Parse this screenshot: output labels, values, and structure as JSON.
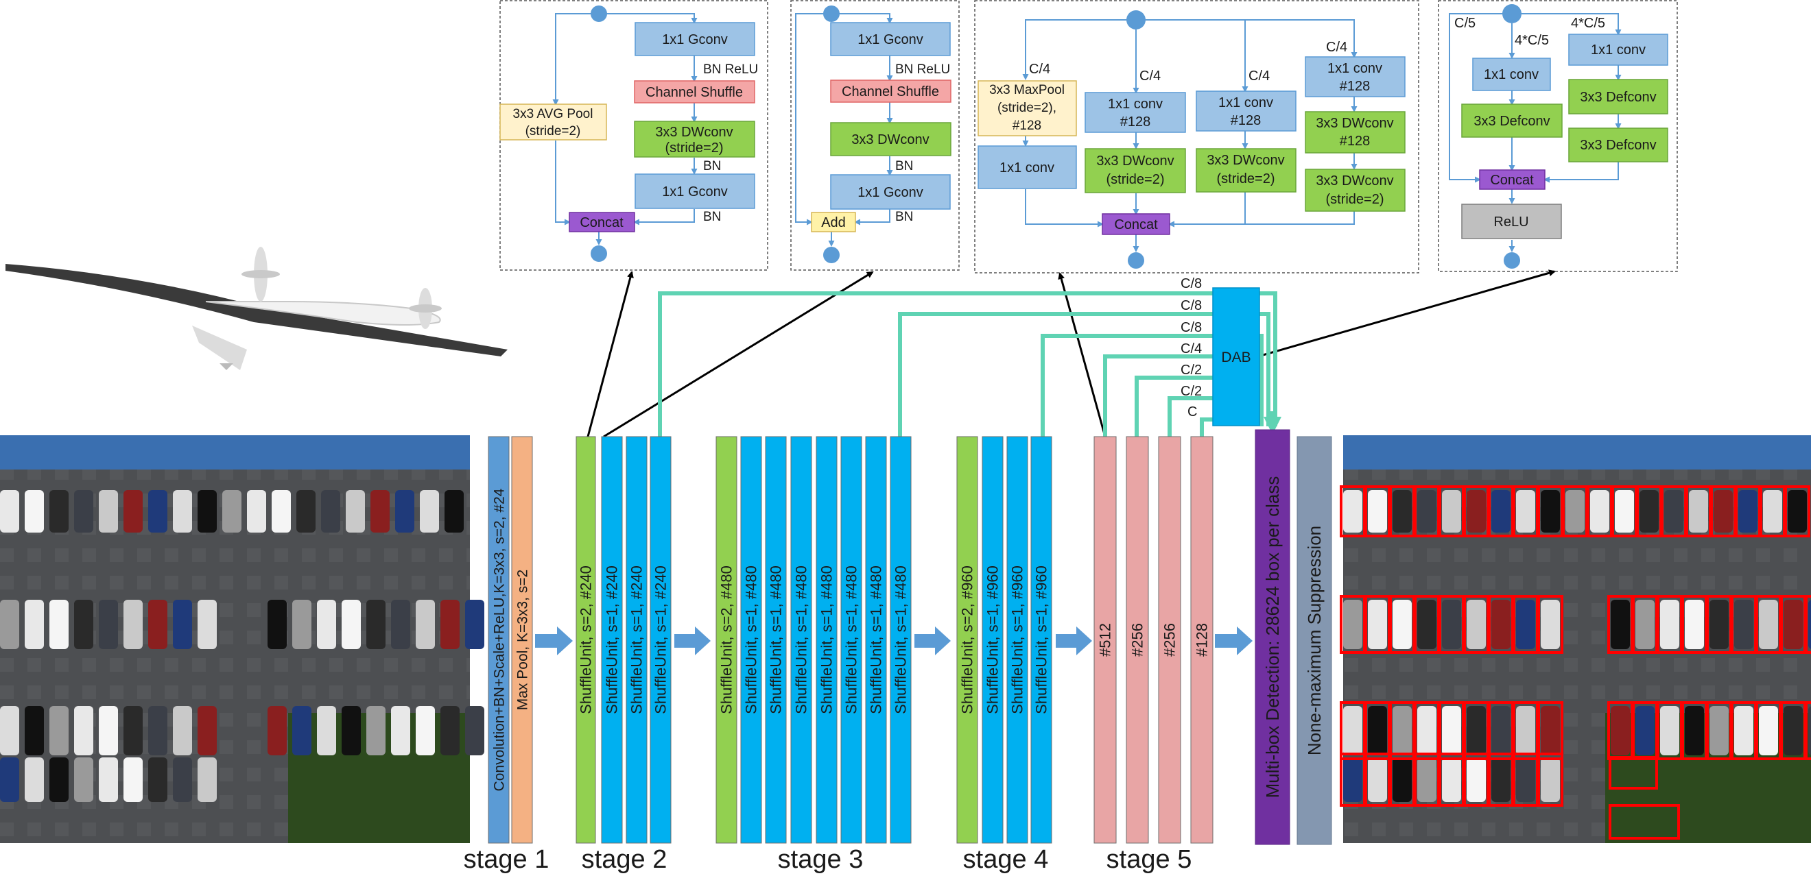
{
  "panels": {
    "p1": {
      "conv_top": "1x1 Gconv",
      "bn_relu": "BN ReLU",
      "shuffle": "Channel Shuffle",
      "avgpool": [
        "3x3 AVG Pool",
        "(stride=2)"
      ],
      "dwconv": [
        "3x3 DWconv",
        "(stride=2)"
      ],
      "bn1": "BN",
      "conv_bottom": "1x1 Gconv",
      "bn2": "BN",
      "concat": "Concat"
    },
    "p2": {
      "conv_top": "1x1 Gconv",
      "bn_relu": "BN ReLU",
      "shuffle": "Channel Shuffle",
      "dwconv": "3x3 DWconv",
      "bn1": "BN",
      "conv_bottom": "1x1 Gconv",
      "bn2": "BN",
      "add": "Add"
    },
    "p3": {
      "c4_a": "C/4",
      "c4_b": "C/4",
      "c4_c": "C/4",
      "c4_d": "C/4",
      "maxpool": [
        "3x3 MaxPool",
        "(stride=2),",
        "#128"
      ],
      "conv1": "1x1 conv",
      "conv_b": [
        "1x1 conv",
        "#128"
      ],
      "dw_b": [
        "3x3 DWconv",
        "(stride=2)"
      ],
      "conv_c": [
        "1x1 conv",
        "#128"
      ],
      "dw_c": [
        "3x3 DWconv",
        "(stride=2)"
      ],
      "conv_d": [
        "1x1 conv",
        "#128"
      ],
      "dw_d1": [
        "3x3 DWconv",
        "#128"
      ],
      "dw_d2": [
        "3x3 DWconv",
        "(stride=2)"
      ],
      "concat": "Concat"
    },
    "p4": {
      "c5": "C/5",
      "c45_a": "4*C/5",
      "c45_b": "4*C/5",
      "conv_a": "1x1 conv",
      "conv_b": "1x1 conv",
      "def_a": "3x3 Defconv",
      "def_b1": "3x3 Defconv",
      "def_b2": "3x3 Defconv",
      "concat": "Concat",
      "relu": "ReLU"
    }
  },
  "dab": {
    "label": "DAB",
    "channels": [
      "C/8",
      "C/8",
      "C/8",
      "C/4",
      "C/2",
      "C/2",
      "C"
    ]
  },
  "layers": {
    "stage1": [
      "Convolution+BN+Scale+ReLU,K=3x3, s=2, #24",
      "Max Pool, K=3x3, s=2"
    ],
    "stage2": [
      "ShuffleUnit, s=2, #240",
      "ShuffleUnit, s=1, #240",
      "ShuffleUnit, s=1, #240",
      "ShuffleUnit, s=1, #240"
    ],
    "stage3": [
      "ShuffleUnit, s=2, #480",
      "ShuffleUnit, s=1, #480",
      "ShuffleUnit, s=1, #480",
      "ShuffleUnit, s=1, #480",
      "ShuffleUnit, s=1, #480",
      "ShuffleUnit, s=1, #480",
      "ShuffleUnit, s=1, #480",
      "ShuffleUnit, s=1, #480"
    ],
    "stage4": [
      "ShuffleUnit, s=2, #960",
      "ShuffleUnit, s=1, #960",
      "ShuffleUnit, s=1, #960",
      "ShuffleUnit, s=1, #960"
    ],
    "stage5": [
      "#512",
      "#256",
      "#256",
      "#128"
    ],
    "detection": "Multi-box Detection: 28624 box per class",
    "nms": "None-maximum Suppression"
  },
  "stages": [
    "stage 1",
    "stage 2",
    "stage 3",
    "stage 4",
    "stage 5"
  ],
  "colors": {
    "blue_layer": "#00b0f0",
    "green_layer": "#92d050",
    "pink_layer": "#e8a5a5",
    "orange_layer": "#f4b183",
    "stage1_conv": "#5b9bd5",
    "purple": "#7030a0",
    "gray": "#8497b0",
    "teal_line": "#5fd3b3",
    "box_blue": "#9dc3e6",
    "box_green": "#92d050",
    "box_red": "#f4a6a6",
    "box_yellow": "#fff2cc",
    "concat": "#9b59d0",
    "detect_red": "#ff0000"
  }
}
